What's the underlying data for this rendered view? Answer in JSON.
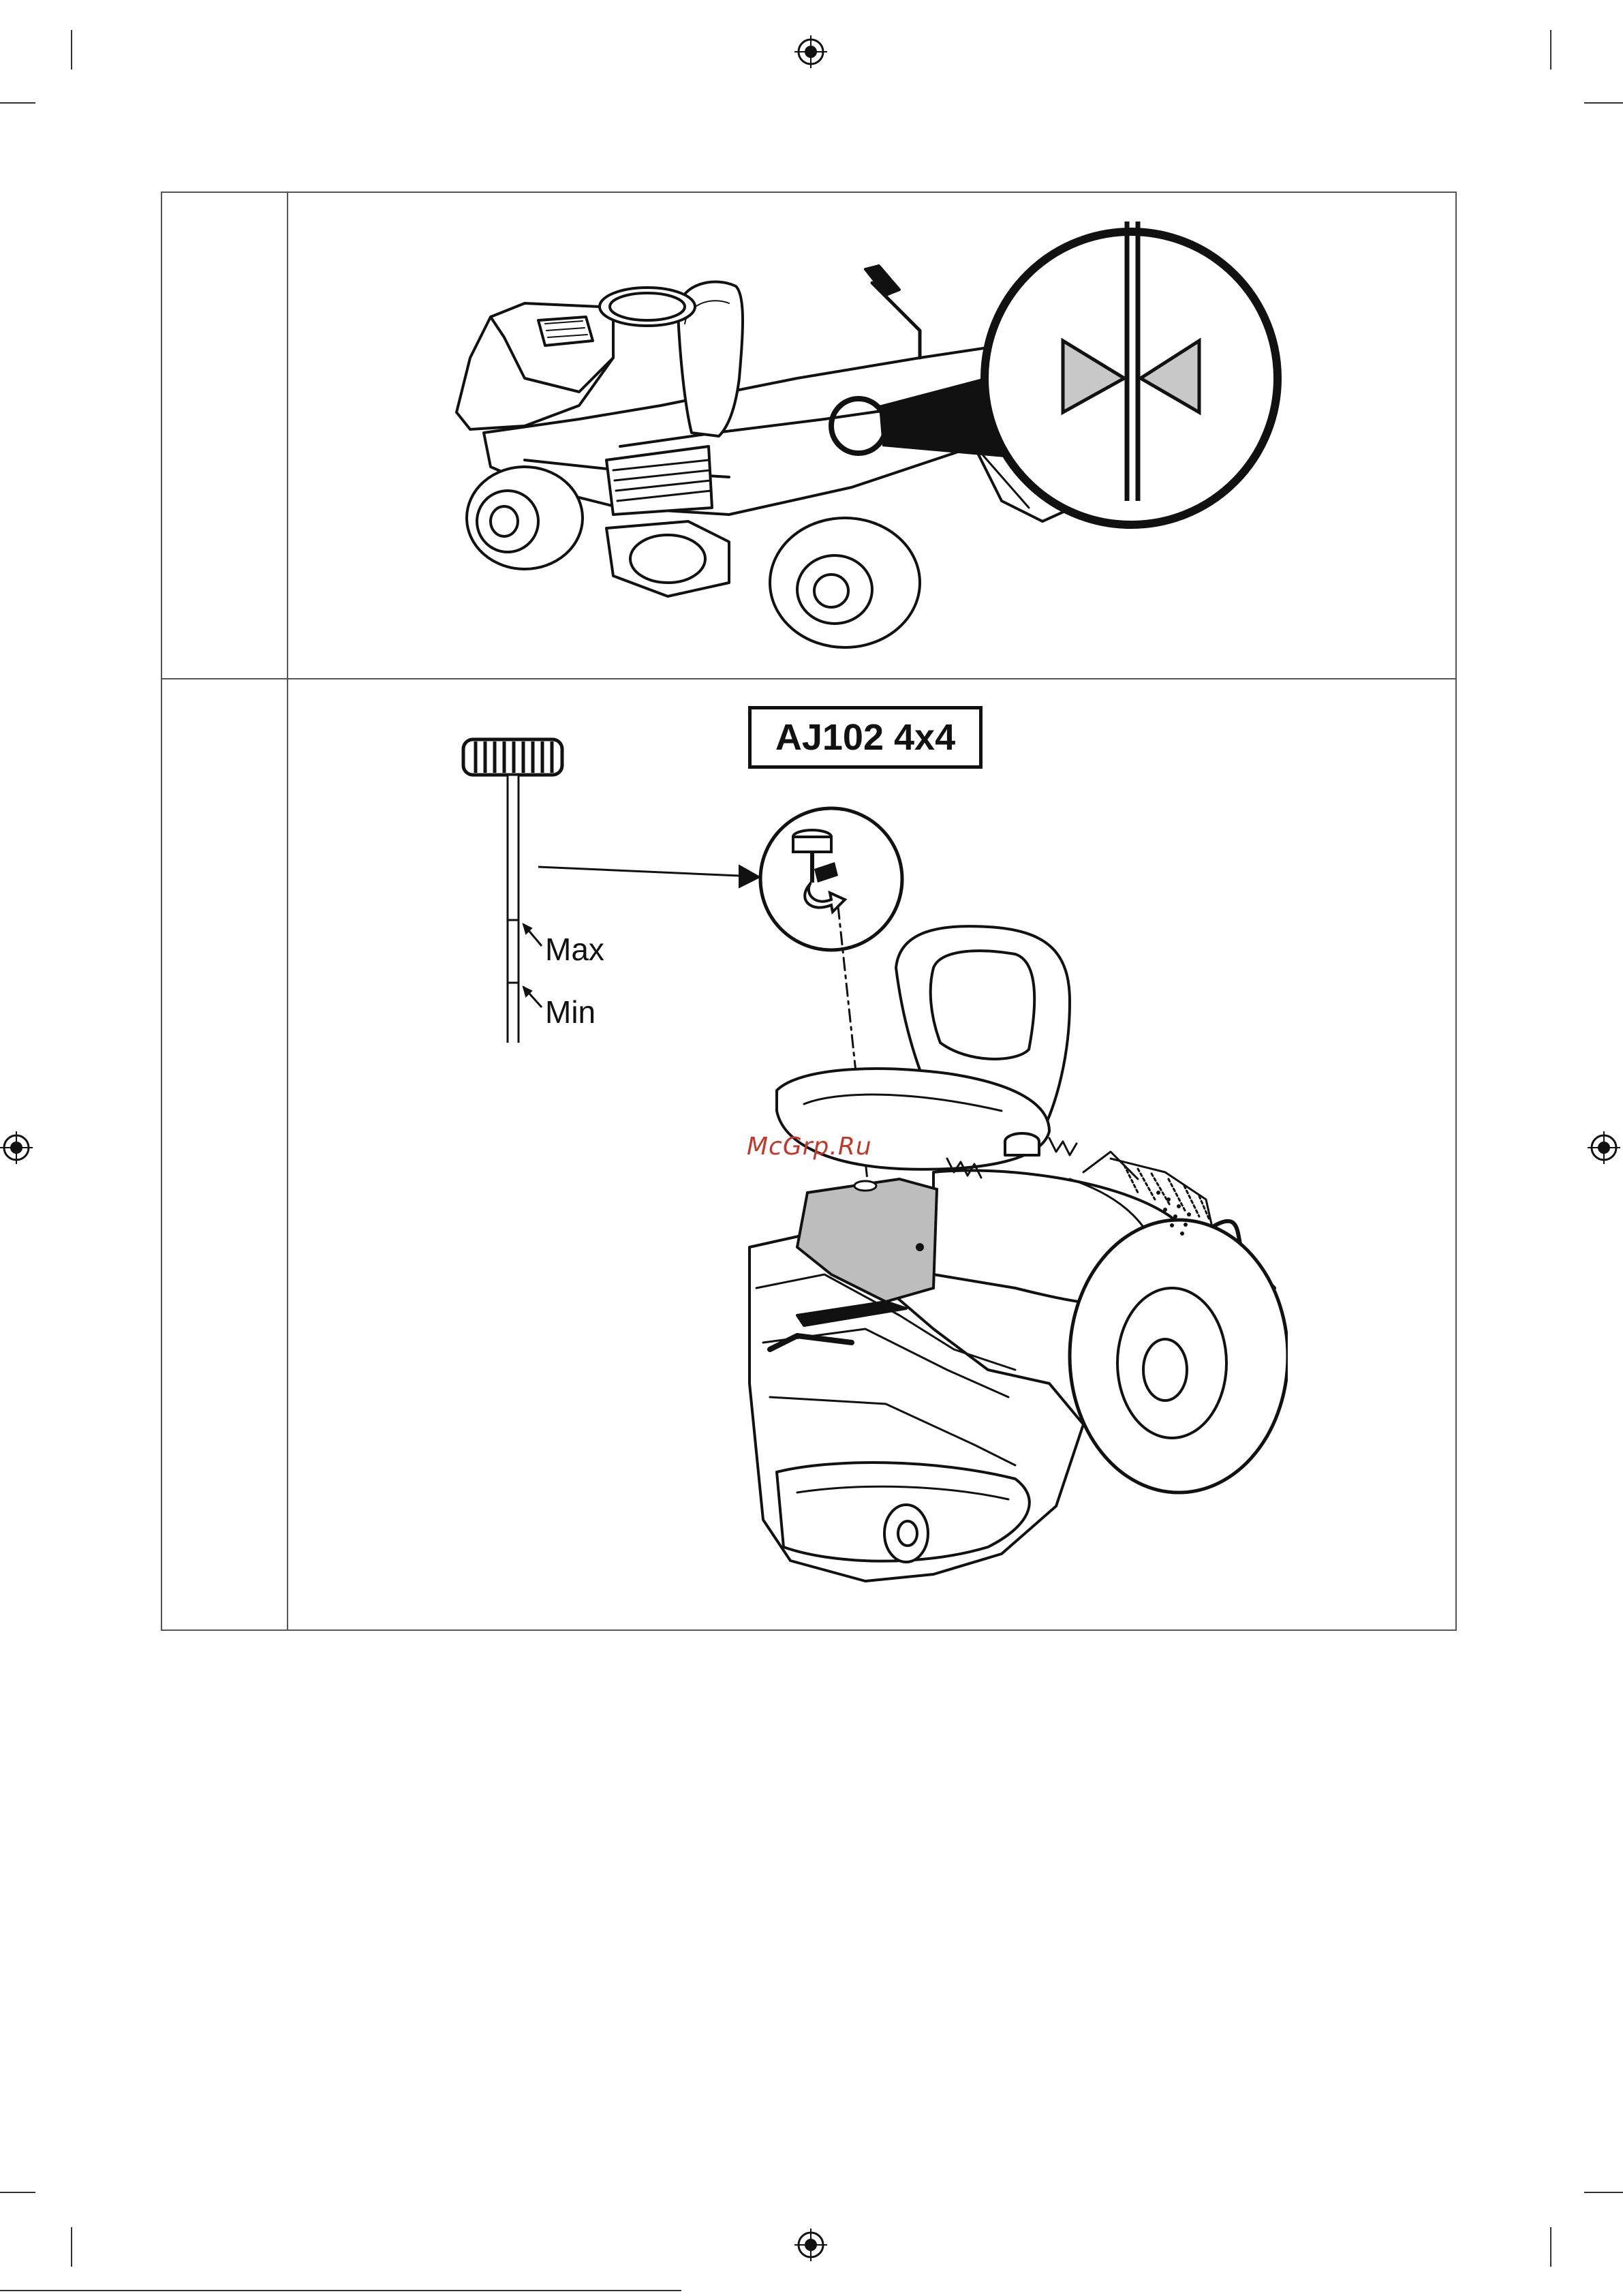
{
  "figure_1": {
    "icon": "valve-symbol-icon"
  },
  "figure_2": {
    "model_label": "AJ102 4x4",
    "dipstick_max": "Max",
    "dipstick_min": "Min"
  },
  "watermark": "McGrp.Ru",
  "colors": {
    "line": "#111111",
    "fill_grey": "#bdbdbd",
    "watermark": "#c0392b"
  }
}
